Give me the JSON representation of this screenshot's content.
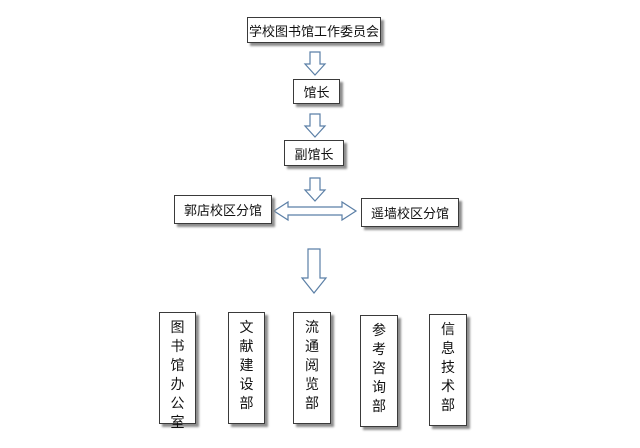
{
  "nodes": {
    "committee": "学校图书馆工作委员会",
    "director": "馆长",
    "deputy_director": "副馆长",
    "guodian_branch": "郭店校区分馆",
    "yaoqiang_branch": "遥墙校区分馆"
  },
  "departments": [
    {
      "id": "library-office",
      "chars": [
        "图",
        "书",
        "馆",
        "办",
        "公",
        "室"
      ]
    },
    {
      "id": "literature-construction",
      "chars": [
        "文",
        "献",
        "建",
        "设",
        "部"
      ]
    },
    {
      "id": "circulation-reading",
      "chars": [
        "流",
        "通",
        "阅",
        "览",
        "部"
      ]
    },
    {
      "id": "reference-consulting",
      "chars": [
        "参",
        "考",
        "咨",
        "询",
        "部"
      ]
    },
    {
      "id": "it-department",
      "chars": [
        "信",
        "息",
        "技",
        "术",
        "部"
      ]
    }
  ]
}
